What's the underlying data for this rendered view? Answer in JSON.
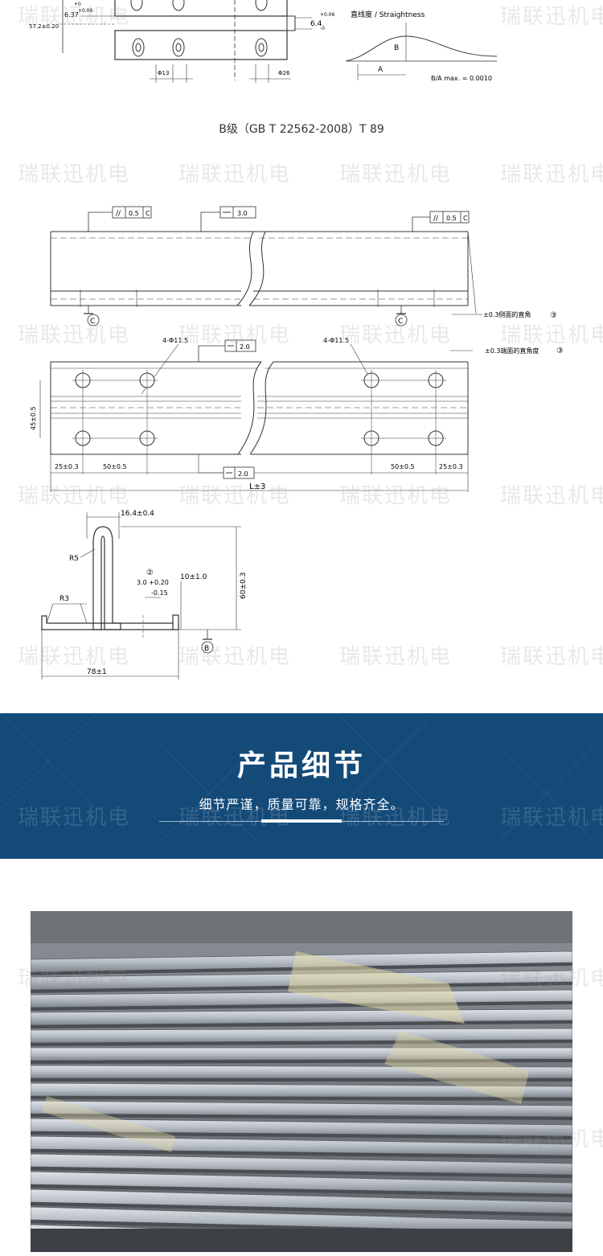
{
  "top_drawing": {
    "dims": {
      "d1": "+0",
      "d2": "+0.06",
      "d3": "6.37",
      "d4": "57.2±0.20",
      "d5": "+0.06",
      "d6": "6.4",
      "d7": "-0",
      "phi13": "Φ13",
      "phi26": "Φ26"
    },
    "straightness": {
      "label": "直线度 / Straightness",
      "b": "B",
      "a": "A",
      "formula": "B/A max.    = 0.0010"
    }
  },
  "standard_caption": "B级（GB T 22562-2008）T 89",
  "middle_drawing": {
    "tol_parallel_left": "0.5",
    "tol_parallel_left_ref": "C",
    "tol_straight_top": "3.0",
    "tol_parallel_right": "0.5",
    "tol_parallel_right_ref": "C",
    "datum_c": "C",
    "side_note": "±0.3侧面的直角",
    "side_note_num": "③",
    "hole_left": "4-Φ11.5",
    "hole_right": "4-Φ11.5",
    "tol_straight_mid_top": "2.0",
    "tol_straight_mid_bottom": "2.0",
    "end_note": "±0.3端面的直角度",
    "end_note_num": "③",
    "height_dim": "45±0.5",
    "d25_left": "25±0.3",
    "d50_left": "50±0.5",
    "d50_right": "50±0.5",
    "d25_right": "25±0.3",
    "length": "L±3"
  },
  "profile_drawing": {
    "top_width": "16.4±0.4",
    "r5": "R5",
    "r3": "R3",
    "note_num": "②",
    "thickness_a": "3.0 +0.20",
    "thickness_b": "-0.15",
    "flange": "10±1.0",
    "height": "60±0.3",
    "datum_b": "B",
    "width": "78±1"
  },
  "banner": {
    "title": "产品细节",
    "subtitle": "细节严谨，质量可靠，规格齐全。"
  },
  "watermark": "瑞联迅机电",
  "colors": {
    "banner_bg": "#134a78",
    "rail_silver": "#b8bec6",
    "rail_yellow": "#e0d7a6"
  }
}
